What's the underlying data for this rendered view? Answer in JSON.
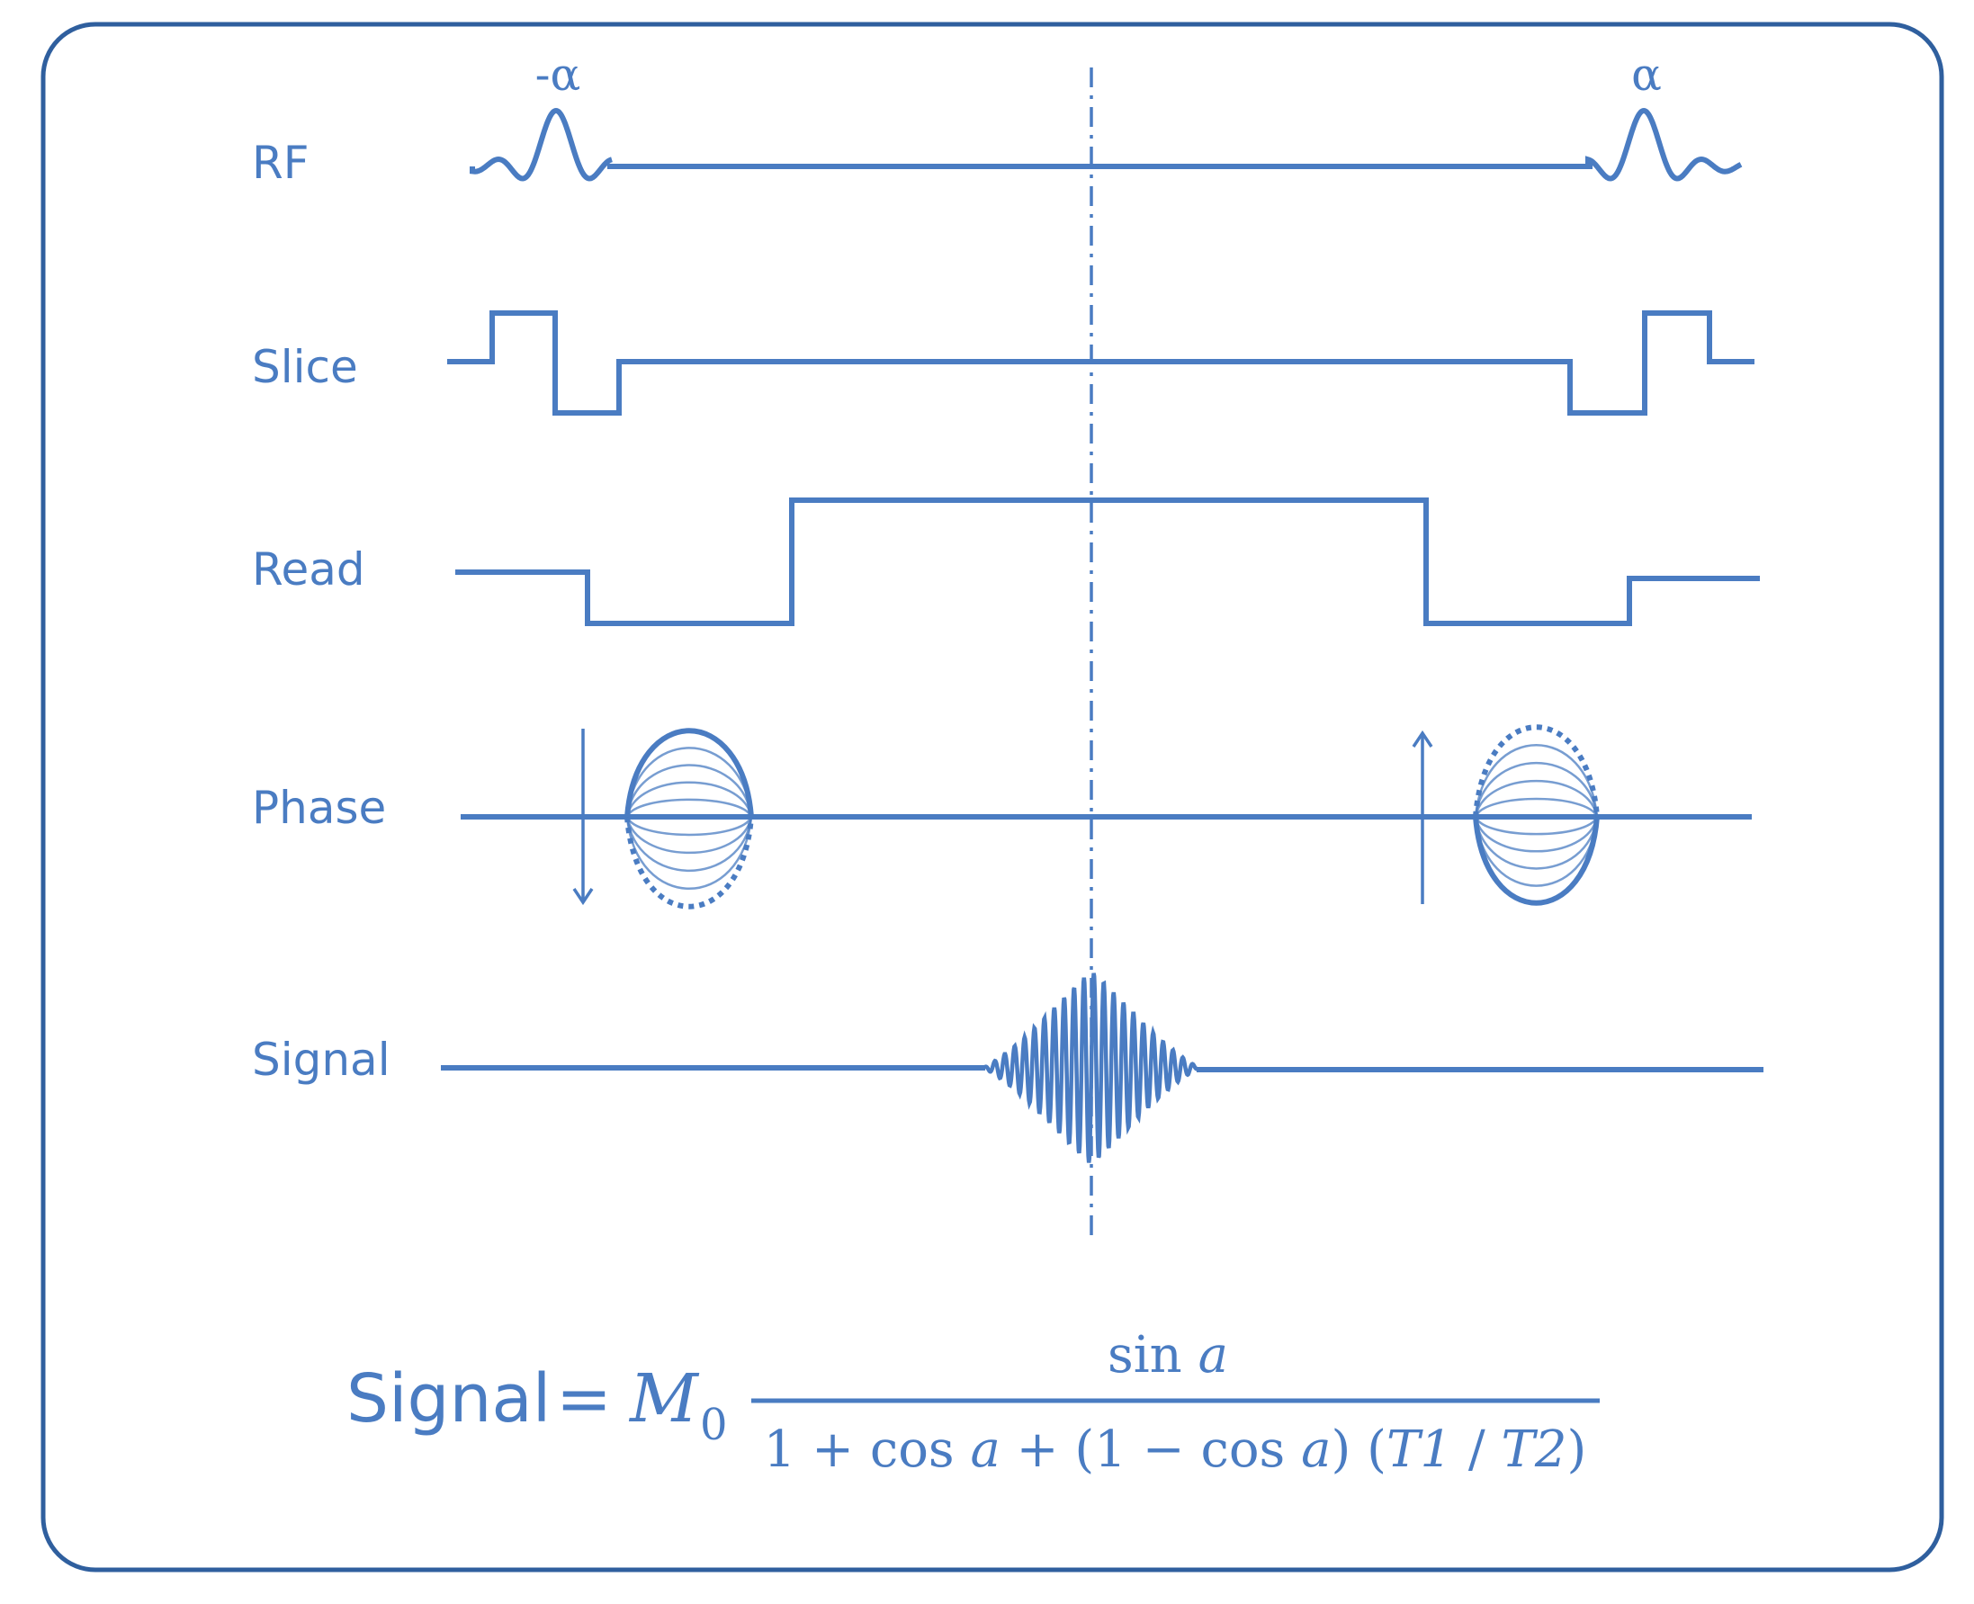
{
  "rows": {
    "rf": "RF",
    "slice": "Slice",
    "read": "Read",
    "phase": "Phase",
    "signal": "Signal"
  },
  "pulses": {
    "first": "-α",
    "second": "α"
  },
  "equation": {
    "lhs": "Signal",
    "equals": "=",
    "m": "M",
    "m_sub": "0",
    "numerator_fn": "sin",
    "numerator_var": "a",
    "den": {
      "one1": "1",
      "plus1": "+",
      "cos1": "cos",
      "a1": "a",
      "plus2": "+",
      "open1": "(",
      "one2": "1",
      "minus": "−",
      "cos2": "cos",
      "a2": "a",
      "close1": ")",
      "open2": "(",
      "t1": "T1",
      "slash": "/",
      "t2": "T2",
      "close2": ")"
    }
  },
  "colors": {
    "accent": "#4a7cc2",
    "frame": "#2f5f9e"
  }
}
